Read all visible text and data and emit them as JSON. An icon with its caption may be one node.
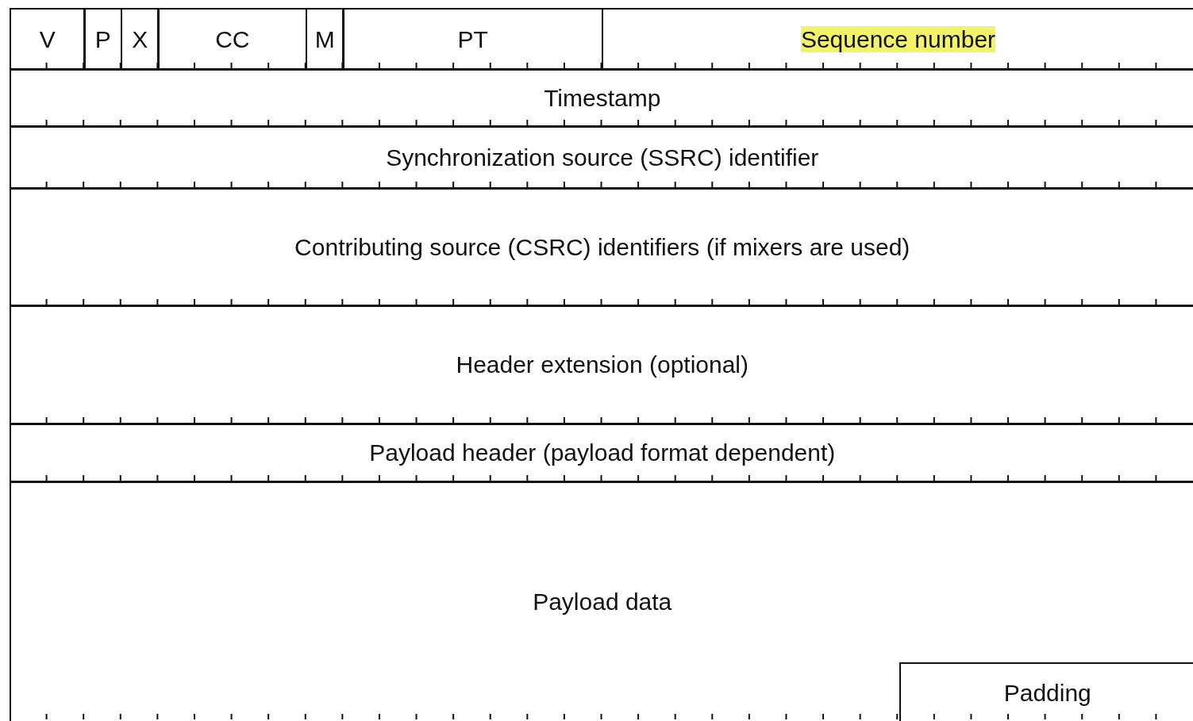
{
  "diagram": {
    "nodes": [
      {
        "text": [
          "V"
        ]
      },
      {
        "text": [
          "P"
        ]
      },
      {
        "text": [
          "X"
        ]
      },
      {
        "text": [
          "CC"
        ]
      },
      {
        "text": [
          "M"
        ]
      },
      {
        "text": [
          "PT"
        ]
      },
      {
        "text": [
          "Sequence number"
        ]
      },
      {
        "text": [
          "Timestamp"
        ]
      },
      {
        "text": [
          "Synchronization source (SSRC) identifier"
        ]
      },
      {
        "text": [
          "Contributing source (CSRC) identifiers (if mixers are used)"
        ]
      },
      {
        "text": [
          "Header extension (optional)"
        ]
      },
      {
        "text": [
          "Payload header (payload format dependent)"
        ]
      },
      {
        "text": [
          "Payload data"
        ]
      },
      {
        "text": [
          "Padding"
        ],
        "in": 12
      }
    ]
  }
}
